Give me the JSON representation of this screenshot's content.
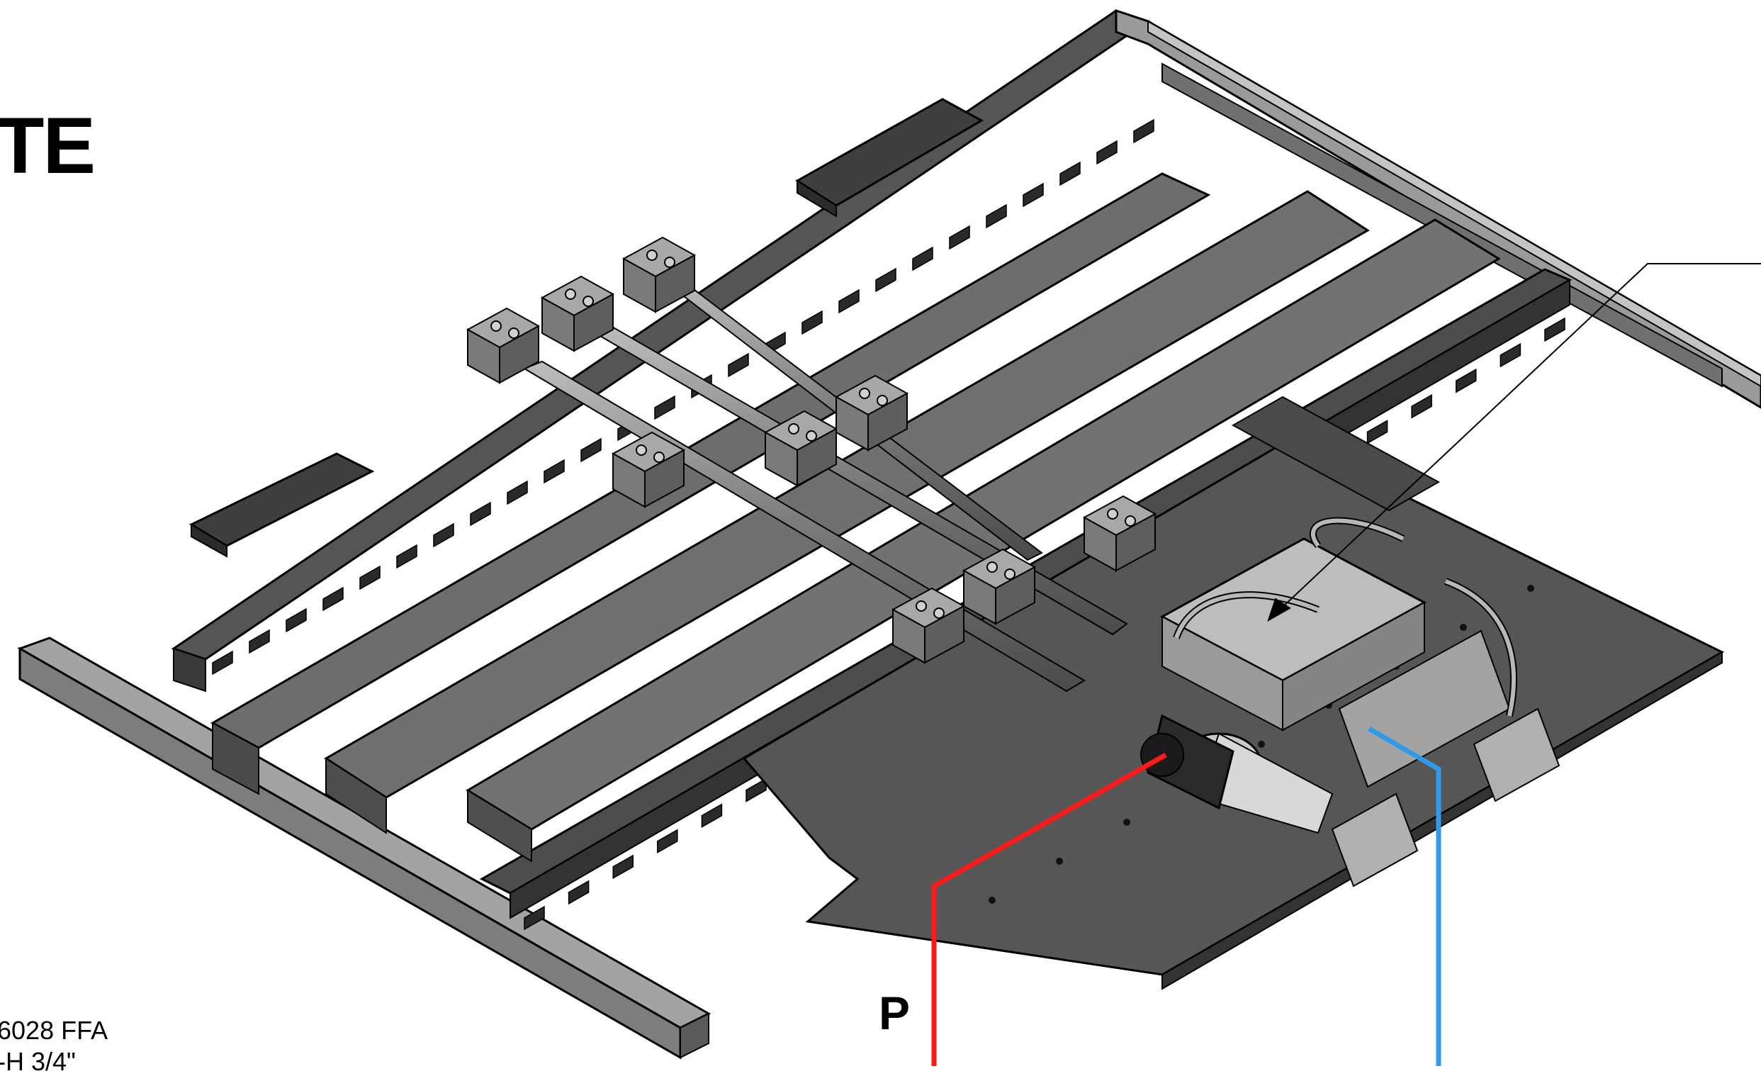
{
  "drawing": {
    "title_fragment": "TE",
    "port_label": "P",
    "notes": [
      "6028 FFA",
      "-H 3/4\""
    ]
  },
  "colors": {
    "frame_dark": "#4a4a4a",
    "frame_light": "#8c8c8c",
    "frame_edge": "#000000",
    "pressure_line": "#ff1a1a",
    "return_line": "#2f9be8",
    "leader_line": "#000000"
  }
}
